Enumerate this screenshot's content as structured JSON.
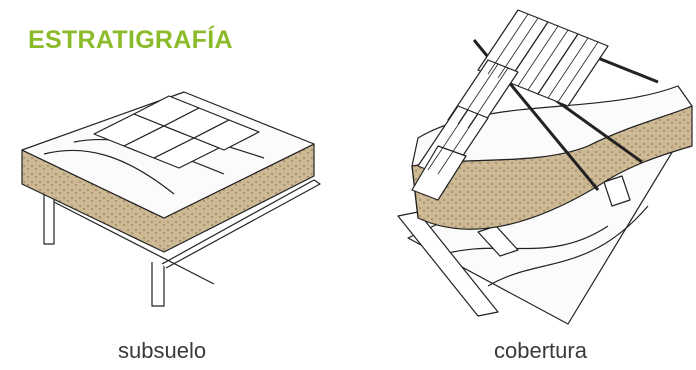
{
  "title": "ESTRATIGRAFÍA",
  "colors": {
    "title": "#8cbb2a",
    "cork": "#cdb894",
    "cork_dark": "#a58f67",
    "line": "#222222",
    "caption": "#3a3a3a"
  },
  "illustrations": [
    {
      "name": "subsuelo",
      "caption": "subsuelo"
    },
    {
      "name": "cobertura",
      "caption": "cobertura"
    }
  ]
}
